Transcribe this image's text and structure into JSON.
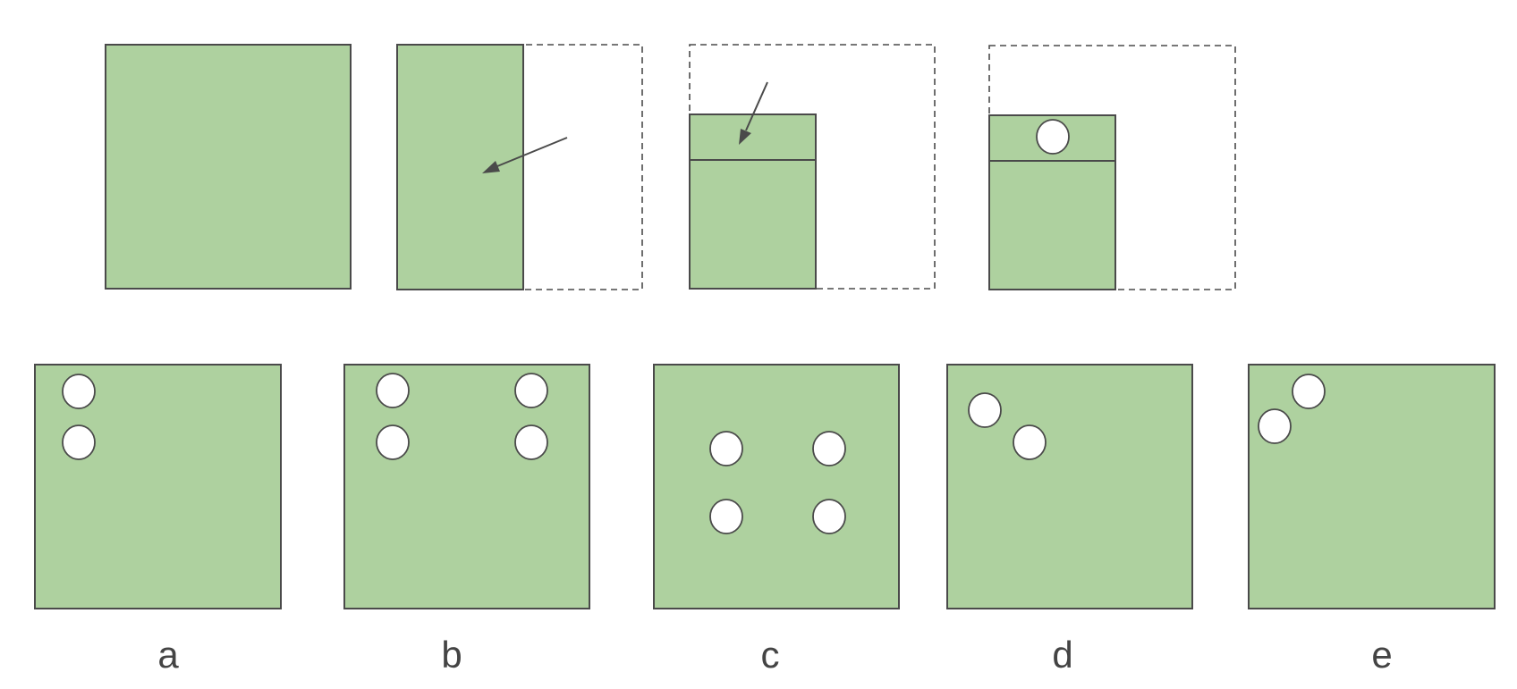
{
  "options": [
    {
      "id": "a",
      "label": "a"
    },
    {
      "id": "b",
      "label": "b"
    },
    {
      "id": "c",
      "label": "c"
    },
    {
      "id": "d",
      "label": "d"
    },
    {
      "id": "e",
      "label": "e"
    }
  ],
  "colors": {
    "paper": "#aed19f",
    "outline": "#4a4a4a",
    "hole": "#ffffff",
    "label": "#444444"
  }
}
